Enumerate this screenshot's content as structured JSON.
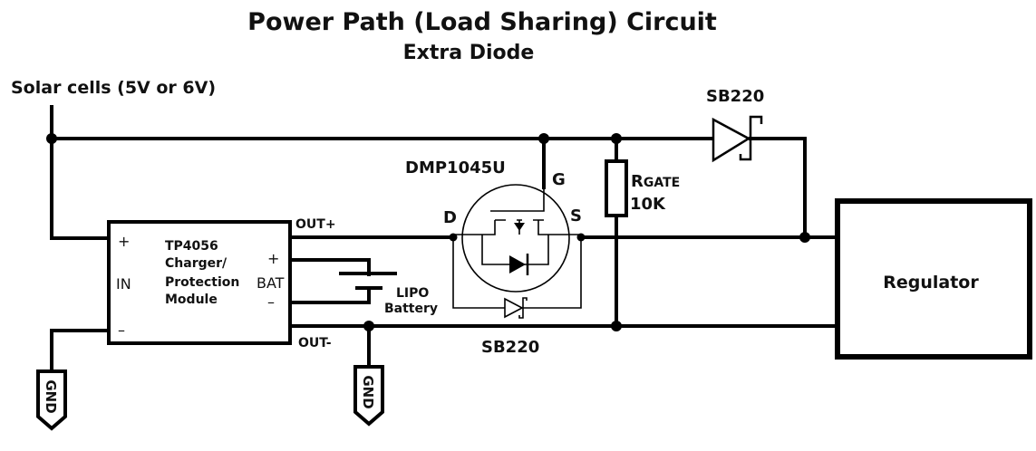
{
  "title": "Power Path (Load Sharing) Circuit",
  "subtitle": "Extra Diode",
  "source": {
    "label": "Solar cells (5V or 6V)"
  },
  "charger": {
    "name_lines": [
      "TP4056",
      "Charger/",
      "Protection",
      "Module"
    ],
    "in_label": "IN",
    "in_plus": "+",
    "in_minus": "–",
    "bat_label": "BAT",
    "bat_plus": "+",
    "bat_minus": "–",
    "out_plus": "OUT+",
    "out_minus": "OUT-"
  },
  "battery": {
    "label_lines": [
      "LIPO",
      "Battery"
    ]
  },
  "mosfet": {
    "part": "DMP1045U",
    "gate": "G",
    "drain": "D",
    "source": "S"
  },
  "resistor": {
    "name_main": "R",
    "name_sub": "GATE",
    "value": "10K"
  },
  "diodes": [
    {
      "id": "top",
      "part": "SB220",
      "type": "schottky"
    },
    {
      "id": "bypass",
      "part": "SB220",
      "type": "schottky"
    }
  ],
  "regulator": {
    "label": "Regulator"
  },
  "ground": {
    "label": "GND"
  }
}
